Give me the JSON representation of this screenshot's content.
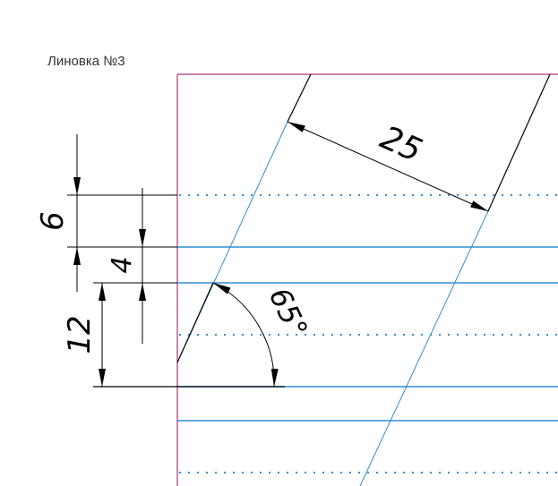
{
  "title": "Линовка №3",
  "dimensions": {
    "height_6": "6",
    "height_4": "4",
    "height_12": "12",
    "slant_spacing": "25",
    "angle": "65°"
  },
  "colors": {
    "margin_line": "#b0307a",
    "ruling_line": "#2f8fd0",
    "slant_line": "#2f8fd0",
    "dimension_line": "#000000",
    "title_text": "#333333"
  }
}
